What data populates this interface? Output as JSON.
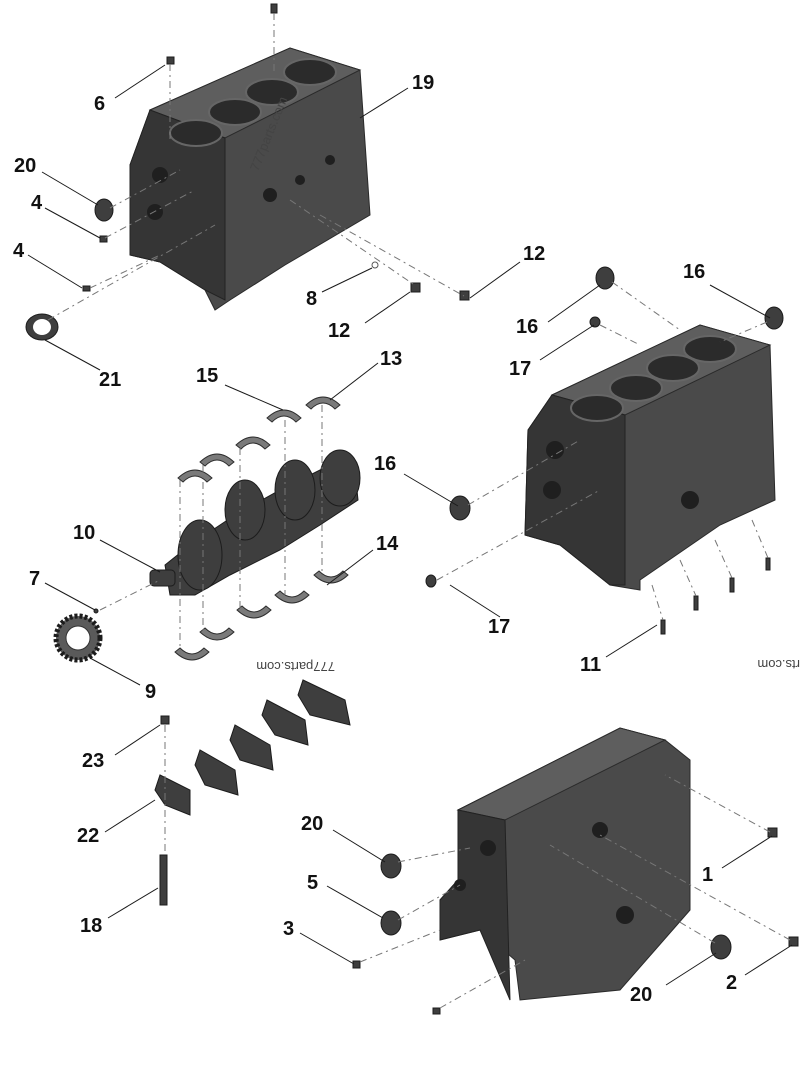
{
  "callouts": {
    "c1": "1",
    "c2": "2",
    "c3": "3",
    "c4a": "4",
    "c4b": "4",
    "c5": "5",
    "c6": "6",
    "c7": "7",
    "c8": "8",
    "c9": "9",
    "c10": "10",
    "c11": "11",
    "c12a": "12",
    "c12b": "12",
    "c13": "13",
    "c14": "14",
    "c15": "15",
    "c16a": "16",
    "c16b": "16",
    "c16c": "16",
    "c17a": "17",
    "c17b": "17",
    "c18": "18",
    "c19": "19",
    "c20a": "20",
    "c20b": "20",
    "c20c": "20",
    "c21": "21",
    "c22": "22",
    "c23": "23"
  },
  "watermarks": {
    "w1": "777parts.com",
    "w2": "777parts.com",
    "w3": "rts.com"
  },
  "colors": {
    "background": "#ffffff",
    "part": "#4a4a4a",
    "text": "#111111"
  }
}
